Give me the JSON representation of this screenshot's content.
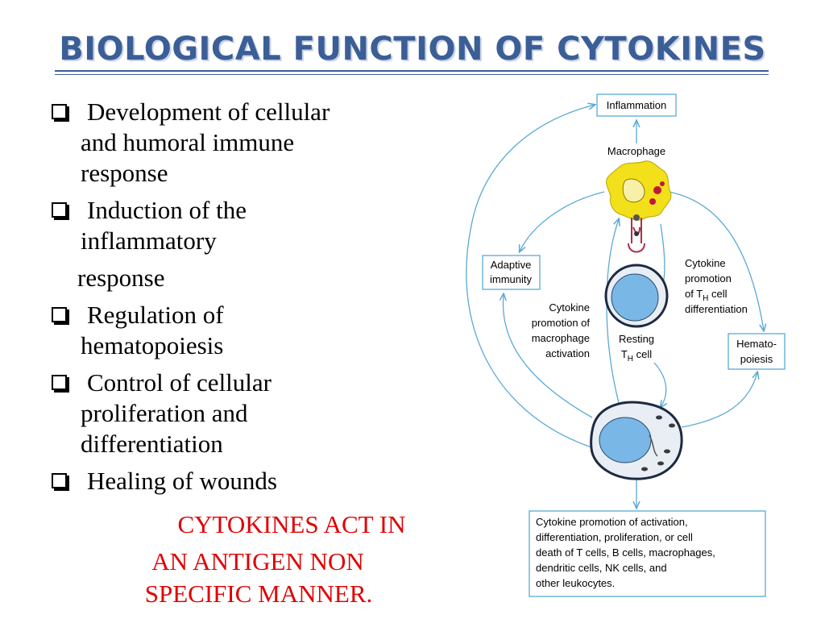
{
  "title": "BIOLOGICAL FUNCTION OF CYTOKINES",
  "bullets": [
    {
      "line1": "Development of cellular",
      "cont": [
        "and humoral immune",
        "response"
      ]
    },
    {
      "line1": "Induction of the",
      "cont": [
        "inflammatory"
      ],
      "cont2": "response"
    },
    {
      "line1": "Regulation of",
      "cont": [
        "hematopoiesis"
      ]
    },
    {
      "line1": "Control of cellular",
      "cont": [
        "proliferation and",
        "differentiation"
      ]
    },
    {
      "line1": "Healing of wounds",
      "cont": []
    }
  ],
  "note": [
    "CYTOKINES ACT IN",
    "AN ANTIGEN NON",
    "SPECIFIC MANNER."
  ],
  "diagram": {
    "inflammation": "Inflammation",
    "macrophage": "Macrophage",
    "adaptive": [
      "Adaptive",
      "immunity"
    ],
    "hemato": [
      "Hemato-",
      "poiesis"
    ],
    "promo_mac": [
      "Cytokine",
      "promotion of",
      "macrophage",
      "activation"
    ],
    "promo_th": [
      "Cytokine",
      "promotion",
      "of T",
      "H",
      " cell",
      "differentiation"
    ],
    "resting": [
      "Resting",
      "T",
      "H",
      " cell"
    ],
    "bottom_box": [
      "Cytokine promotion of activation,",
      "differentiation, proliferation, or cell",
      "death of T cells, B cells, macrophages,",
      "dendritic cells, NK cells, and",
      "other leukocytes."
    ]
  },
  "colors": {
    "title": "#3b5e97",
    "arrow": "#5aa9d6",
    "note": "#e00000",
    "macrophage": "#f2e01a",
    "cell": "#79b7e6"
  }
}
